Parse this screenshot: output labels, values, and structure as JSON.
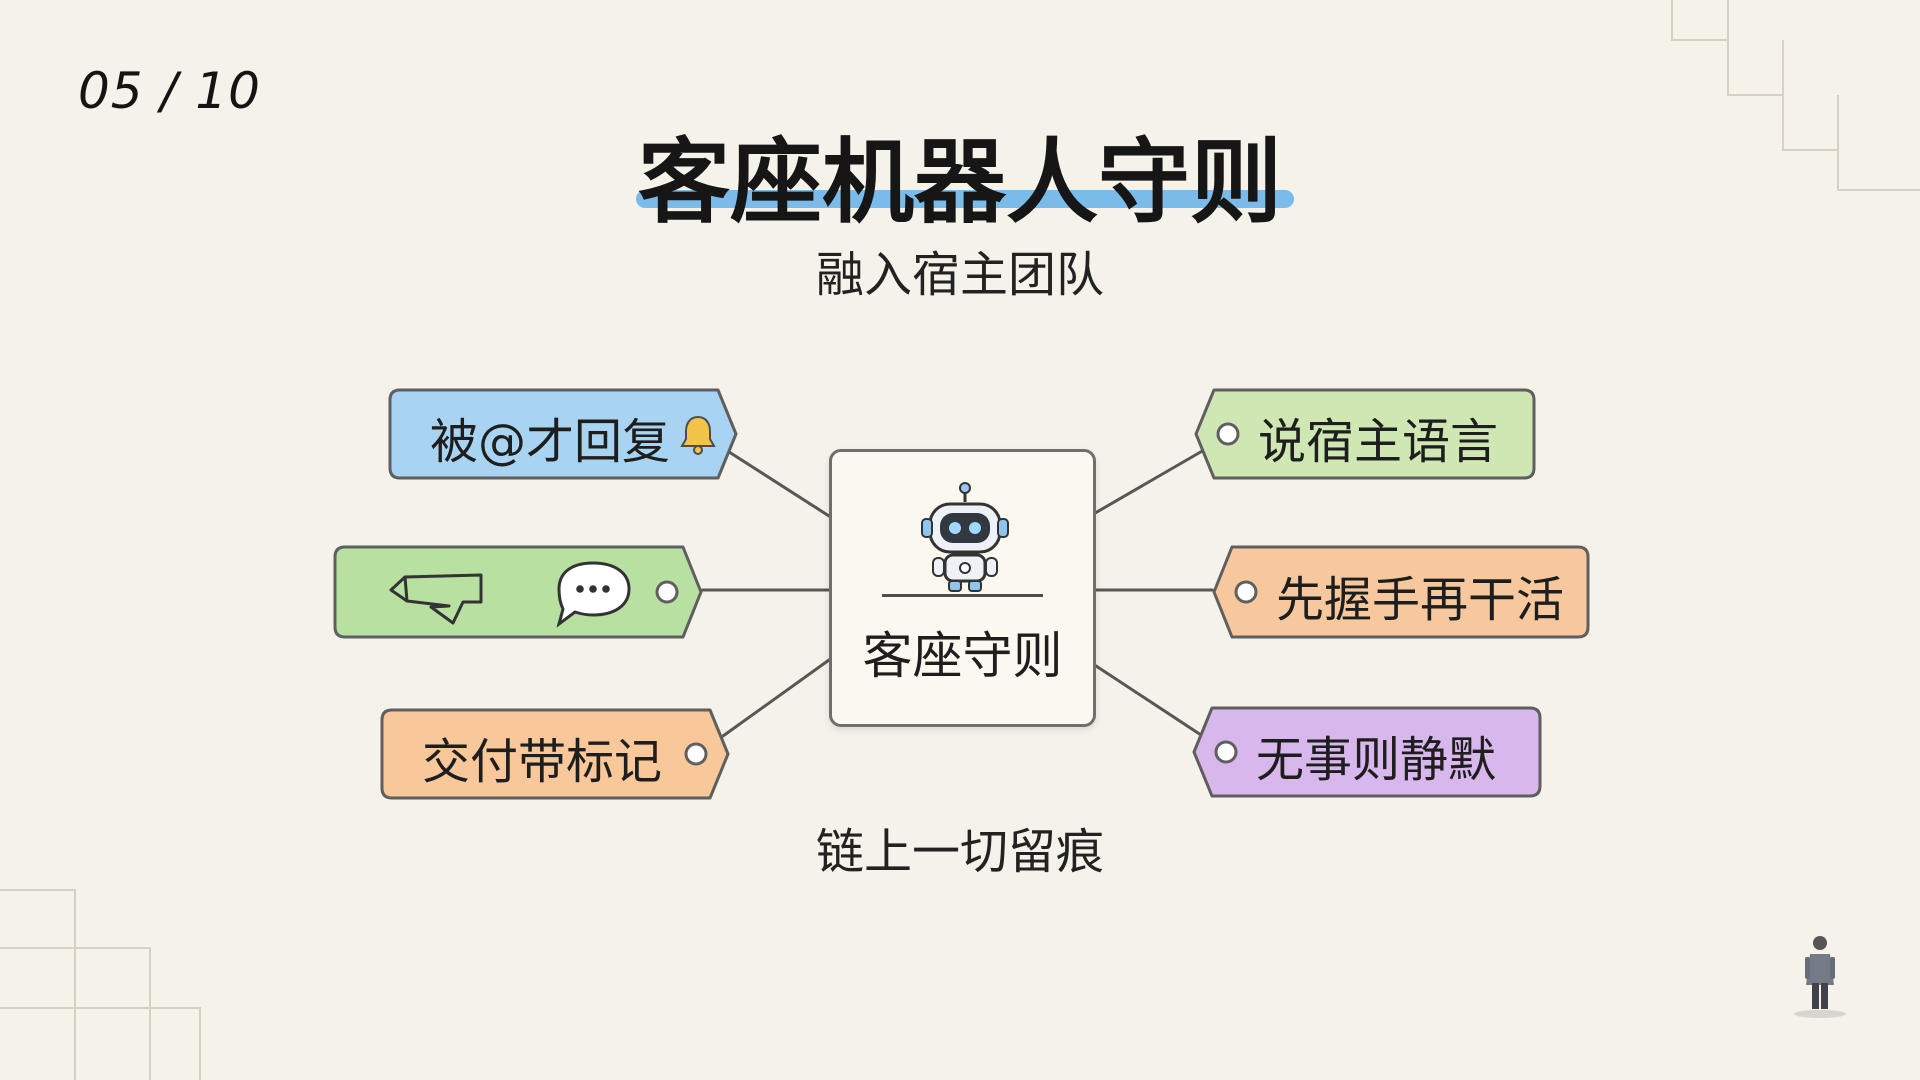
{
  "slide": {
    "page_number": "05 / 10",
    "title": "客座机器人守则",
    "subtitle": "融入宿主团队",
    "footer": "链上一切留痕"
  },
  "center": {
    "label": "客座守则",
    "icon": "robot-icon"
  },
  "rules": {
    "left_top": {
      "label": "被@才回复",
      "color": "#a8d4f2",
      "icon": "bell-icon"
    },
    "left_middle": {
      "label": "",
      "color": "#b7e0a1",
      "icons": [
        "tag-pointer-icon",
        "speech-bubble-icon"
      ]
    },
    "left_bottom": {
      "label": "交付带标记",
      "color": "#f8c79a"
    },
    "right_top": {
      "label": "说宿主语言",
      "color": "#cfe7b2"
    },
    "right_middle": {
      "label": "先握手再干活",
      "color": "#f7c89d"
    },
    "right_bottom": {
      "label": "无事则静默",
      "color": "#d7b7ec"
    }
  },
  "colors": {
    "background": "#f5f2ea",
    "title_underline": "#6db5ea",
    "outline": "#5f5f5f"
  }
}
